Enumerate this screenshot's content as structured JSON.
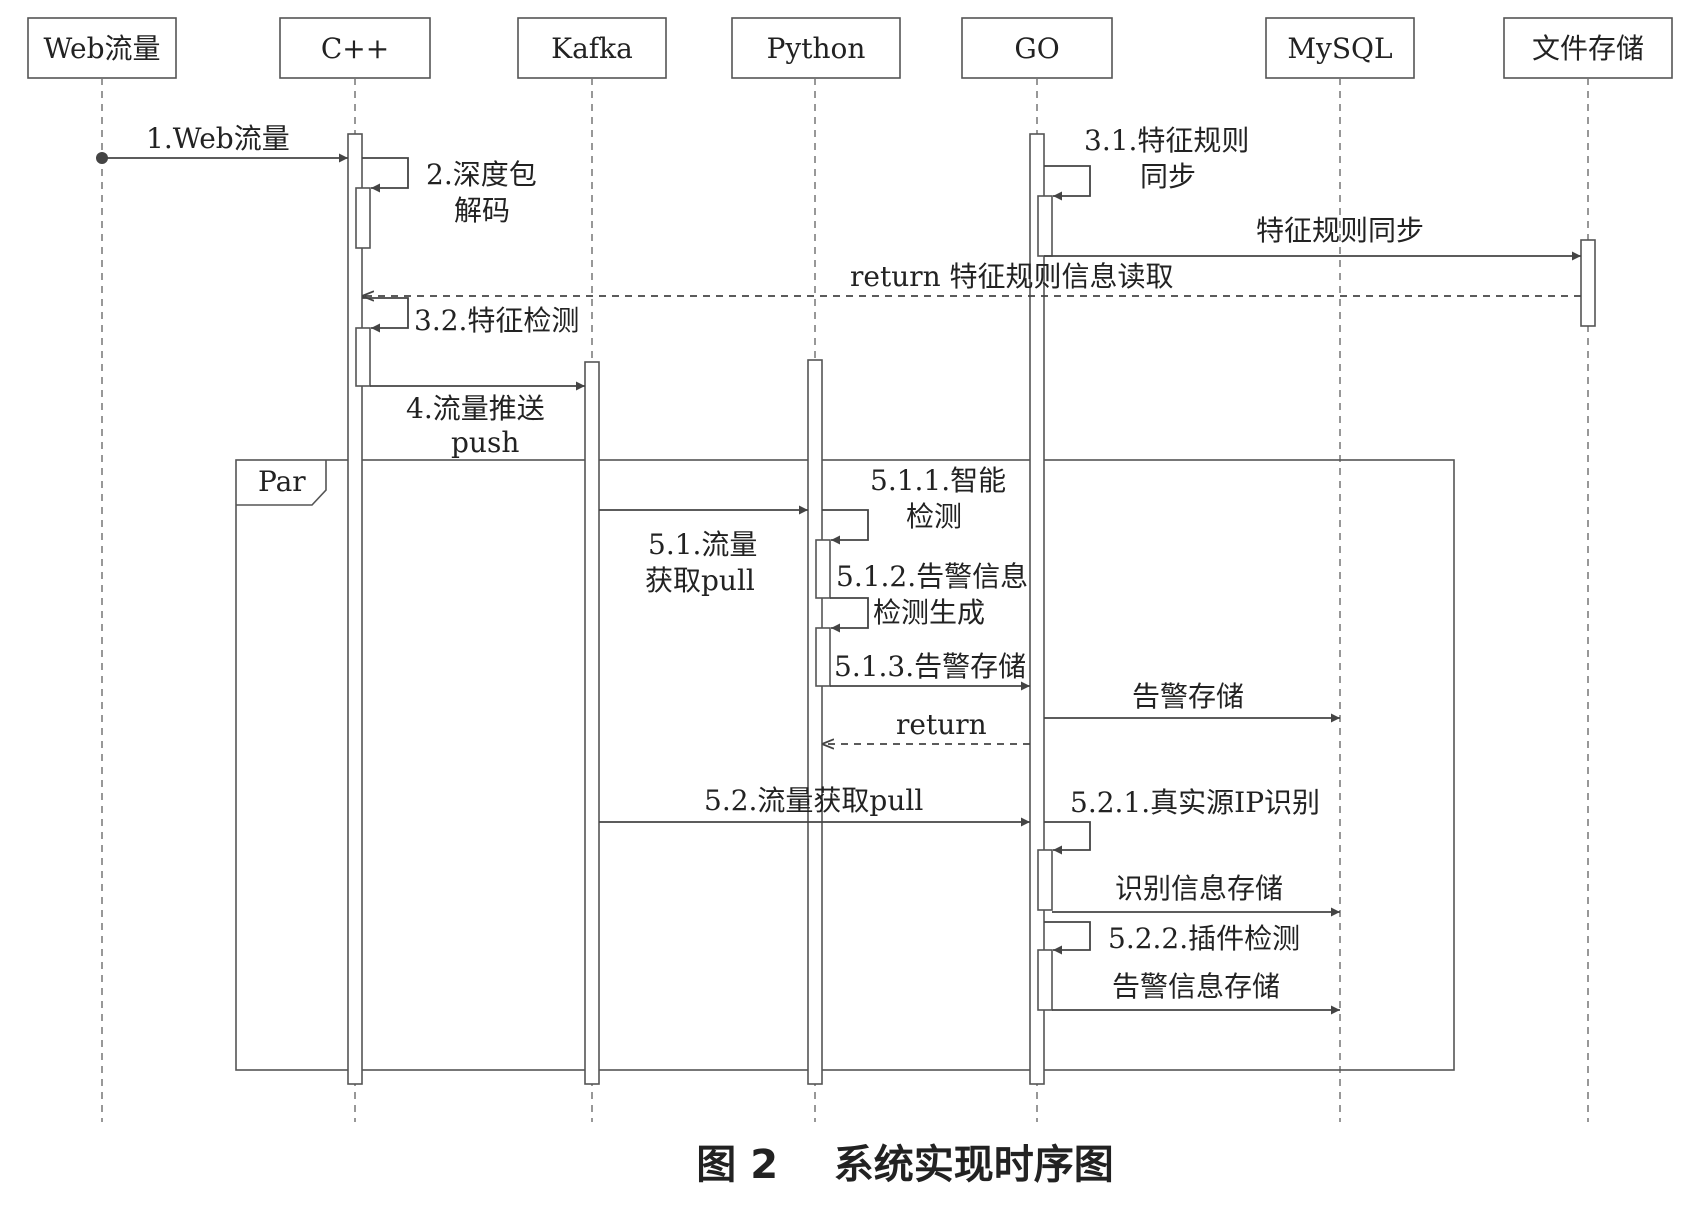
{
  "participants": [
    "Web流量",
    "C++",
    "Kafka",
    "Python",
    "GO",
    "MySQL",
    "文件存储"
  ],
  "messages": {
    "m1": "1.Web流量",
    "m2a": "2.深度包",
    "m2b": "解码",
    "m31a": "3.1.特征规则",
    "m31b": "同步",
    "m31sync": "特征规则同步",
    "m31ret": "return 特征规则信息读取",
    "m32": "3.2.特征检测",
    "m4a": "4.流量推送",
    "m4b": "push",
    "m51a": "5.1.流量",
    "m51b": "获取pull",
    "m511a": "5.1.1.智能",
    "m511b": "检测",
    "m512a": "5.1.2.告警信息",
    "m512b": "检测生成",
    "m513": "5.1.3.告警存储",
    "m_alarm_store": "告警存储",
    "m_return": "return",
    "m52": "5.2.流量获取pull",
    "m521": "5.2.1.真实源IP识别",
    "m_id_store": "识别信息存储",
    "m522": "5.2.2.插件检测",
    "m_alarm_info_store": "告警信息存储"
  },
  "fragment": {
    "label": "Par"
  },
  "caption": "图 2    系统实现时序图"
}
